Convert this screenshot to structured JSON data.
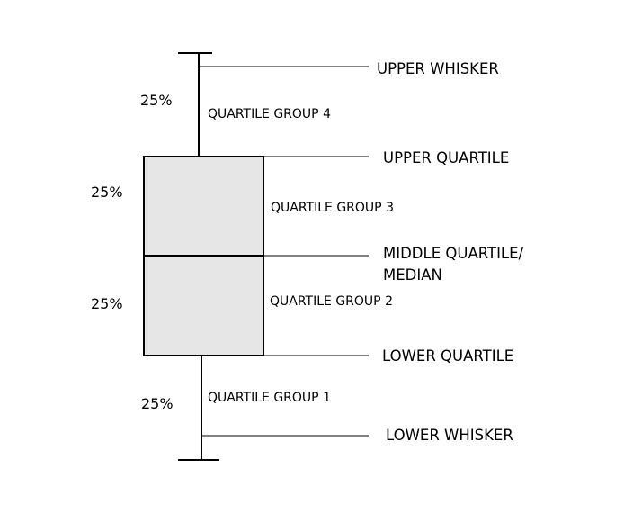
{
  "diagram": {
    "colors": {
      "box_fill": "#e6e6e6",
      "stroke": "#000000",
      "text": "#000000"
    },
    "labels": {
      "upper_whisker": "UPPER WHISKER",
      "upper_quartile": "UPPER QUARTILE",
      "median_line1": "MIDDLE QUARTILE/",
      "median_line2": "MEDIAN",
      "lower_quartile": "LOWER QUARTILE",
      "lower_whisker": "LOWER WHISKER"
    },
    "groups": {
      "group4": "QUARTILE GROUP 4",
      "group3": "QUARTILE GROUP 3",
      "group2": "QUARTILE GROUP 2",
      "group1": "QUARTILE GROUP 1"
    },
    "percentages": {
      "group4": "25%",
      "group3": "25%",
      "group2": "25%",
      "group1": "25%"
    }
  }
}
